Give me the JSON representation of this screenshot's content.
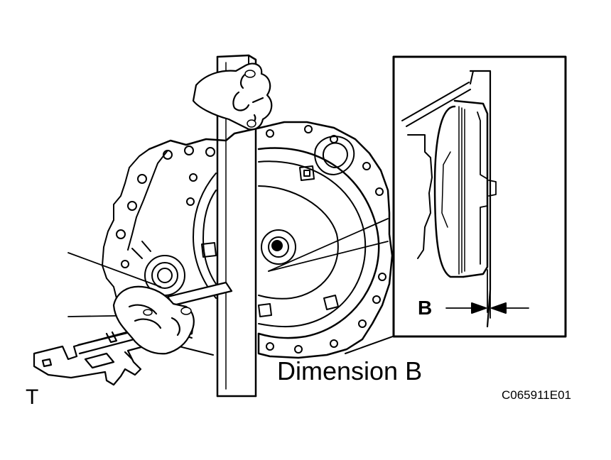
{
  "figure": {
    "dimension_label": "Dimension B",
    "detail_label": "B",
    "figure_code": "C065911E01",
    "corner_mark": "T"
  },
  "colors": {
    "line": "#000000",
    "background": "#ffffff"
  },
  "icons": [
    "hand-icon",
    "caliper-icon",
    "straightedge-icon",
    "torque-converter-icon",
    "transaxle-case-icon"
  ]
}
